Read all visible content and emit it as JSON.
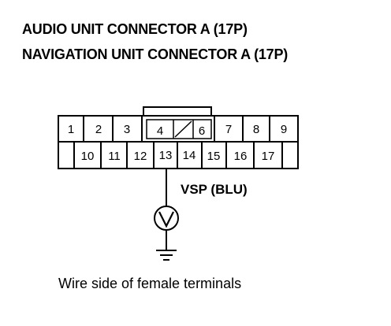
{
  "titles": {
    "line1": "AUDIO UNIT CONNECTOR A (17P)",
    "line2": "NAVIGATION UNIT CONNECTOR A (17P)"
  },
  "connector": {
    "row1": [
      "1",
      "2",
      "3",
      "4",
      "6",
      "7",
      "8",
      "9"
    ],
    "row2": [
      "10",
      "11",
      "12",
      "13",
      "14",
      "15",
      "16",
      "17"
    ]
  },
  "signal_label": "VSP (BLU)",
  "caption": "Wire side of female terminals",
  "colors": {
    "ink": "#000000",
    "paper": "#ffffff"
  }
}
